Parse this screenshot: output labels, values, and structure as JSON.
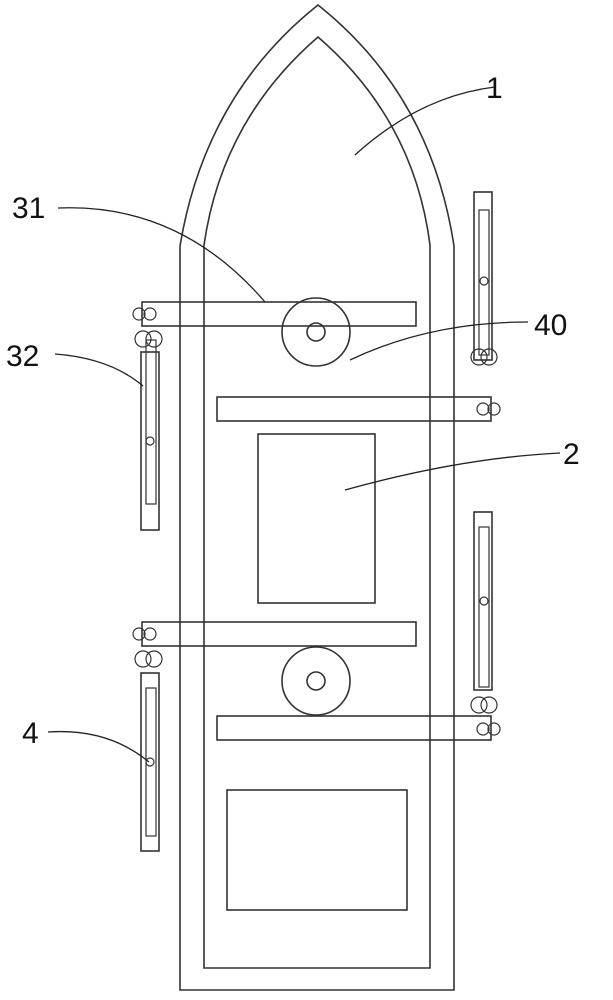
{
  "labels": {
    "bow": "1",
    "cabin": "2",
    "crossbar": "31",
    "side_panel": "32",
    "hinge_pin": "4",
    "roller": "40"
  }
}
